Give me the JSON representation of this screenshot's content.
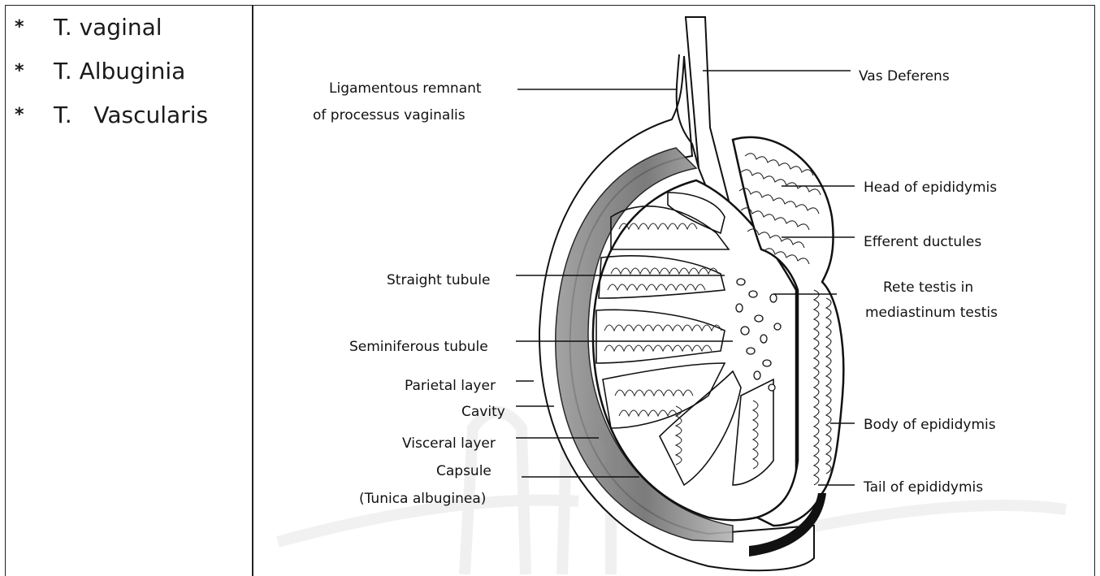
{
  "bullets": [
    {
      "symbol": "*",
      "text": "T. vaginal"
    },
    {
      "symbol": "*",
      "text": "T. Albuginia"
    },
    {
      "symbol": "*",
      "text": "T.   Vascularis"
    }
  ],
  "labels": {
    "vas_deferens": "Vas Deferens",
    "ligamentous_1": "Ligamentous remnant",
    "ligamentous_2": "of processus vaginalis",
    "head_epididymis": "Head of epididymis",
    "efferent_ductules": "Efferent ductules",
    "rete_testis_1": "Rete testis in",
    "rete_testis_2": "mediastinum testis",
    "straight_tubule": "Straight tubule",
    "seminiferous_tubule": "Seminiferous tubule",
    "parietal_layer": "Parietal layer",
    "cavity": "Cavity",
    "visceral_layer": "Visceral layer",
    "capsule_1": "Capsule",
    "capsule_2": "(Tunica albuginea)",
    "body_epididymis": "Body of epididymis",
    "tail_epididymis": "Tail of epididymis"
  }
}
